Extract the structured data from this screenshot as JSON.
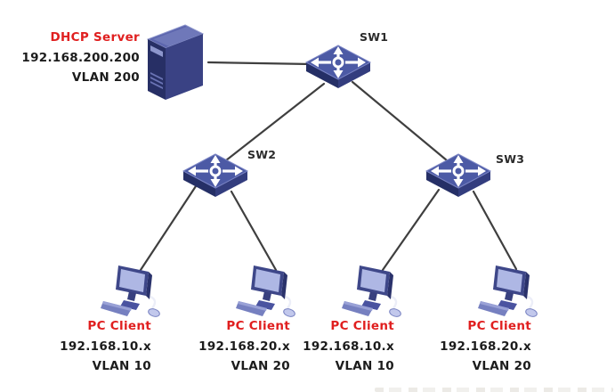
{
  "diagram": {
    "nodes": {
      "dhcp_server": {
        "name": "DHCP Server",
        "ip": "192.168.200.200",
        "vlan": "VLAN 200"
      },
      "sw1": {
        "name": "SW1"
      },
      "sw2": {
        "name": "SW2"
      },
      "sw3": {
        "name": "SW3"
      },
      "pc1": {
        "name": "PC Client",
        "ip": "192.168.10.x",
        "vlan": "VLAN 10"
      },
      "pc2": {
        "name": "PC Client",
        "ip": "192.168.20.x",
        "vlan": "VLAN 20"
      },
      "pc3": {
        "name": "PC Client",
        "ip": "192.168.10.x",
        "vlan": "VLAN 10"
      },
      "pc4": {
        "name": "PC Client",
        "ip": "192.168.20.x",
        "vlan": "VLAN 20"
      }
    },
    "connections": [
      {
        "from": "DHCP Server",
        "to": "SW1"
      },
      {
        "from": "SW1",
        "to": "SW2"
      },
      {
        "from": "SW1",
        "to": "SW3"
      },
      {
        "from": "SW2",
        "to": "PC Client 192.168.10.x VLAN 10"
      },
      {
        "from": "SW2",
        "to": "PC Client 192.168.20.x VLAN 20"
      },
      {
        "from": "SW3",
        "to": "PC Client 192.168.10.x VLAN 10"
      },
      {
        "from": "SW3",
        "to": "PC Client 192.168.20.x VLAN 20"
      }
    ],
    "colors": {
      "label_red": "#e01f1f",
      "label_black": "#1c1c1c",
      "link_line": "#3f3f3f",
      "device_dark": "#272f65",
      "device_mid": "#3e4789",
      "device_top": "#5d66ae",
      "screen_light": "#aeb7e4"
    }
  }
}
